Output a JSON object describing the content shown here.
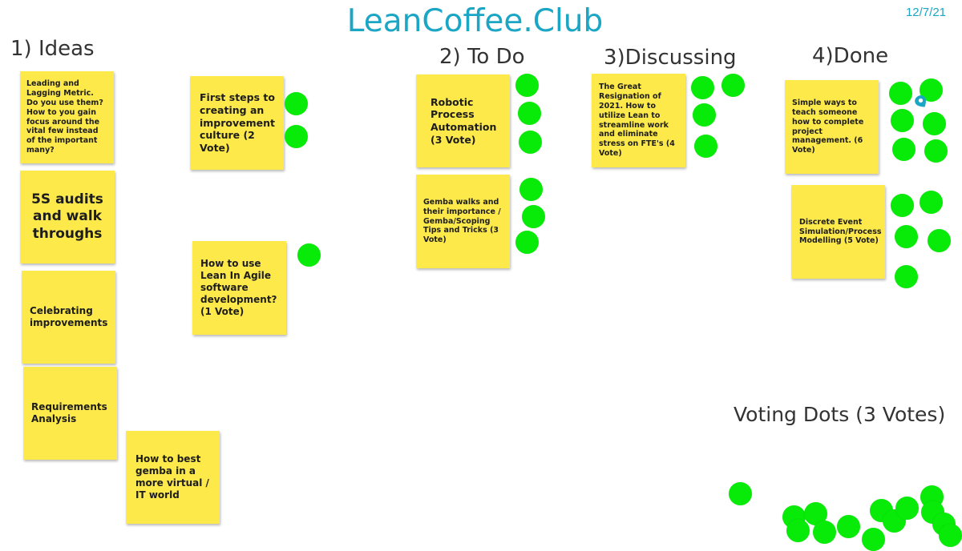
{
  "board": {
    "title": "LeanCoffee.Club",
    "date": "12/7/21"
  },
  "columns": {
    "ideas": "1) Ideas",
    "todo": "2) To Do",
    "discussing": "3)Discussing",
    "done": "4)Done"
  },
  "voting_label": "Voting Dots (3 Votes)",
  "notes": {
    "leading_lagging": "Leading and Lagging Metric.  Do you use them? How to you gain focus around the vital few instead of the important many?",
    "five_s": "5S audits and walk throughs",
    "celebrating": "Celebrating improvements",
    "requirements": "Requirements Analysis",
    "gemba_virtual": "How to best gemba in a more virtual / IT world",
    "first_steps": "First steps to creating an improvement culture  (2 Vote)",
    "lean_agile": "How to use Lean In Agile software development? (1 Vote)",
    "rpa": "Robotic Process Automation (3 Vote)",
    "gemba_walks": "Gemba walks and their importance / Gemba/Scoping Tips and Tricks  (3 Vote)",
    "great_resignation": "The Great Resignation of 2021. How to utilize Lean to streamline work and eliminate stress on FTE's  (4 Vote)",
    "teach_pm": "Simple ways to teach someone how to complete project management. (6 Vote)",
    "discrete_event": "Discrete Event Simulation/Process Modelling  (5 Vote)"
  },
  "colors": {
    "note": "#fde94a",
    "dot": "#08ea08",
    "title": "#1aa6c4"
  },
  "icons": {
    "pin": "map-pin-icon"
  }
}
